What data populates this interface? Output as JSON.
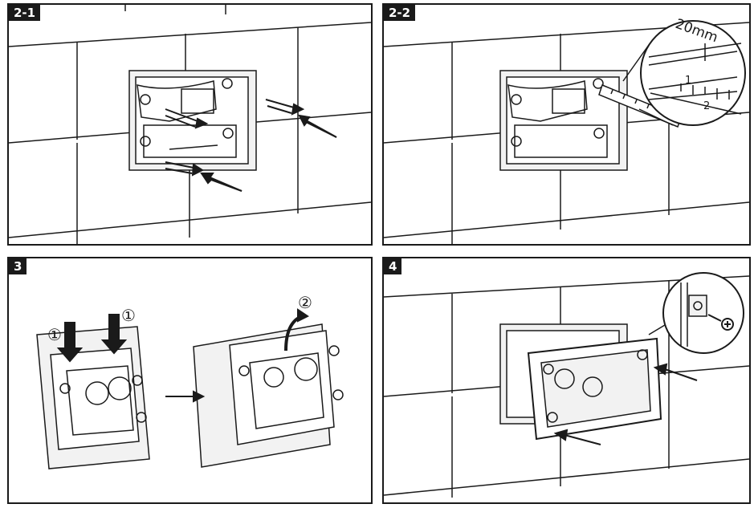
{
  "panels": [
    {
      "label": "2-1"
    },
    {
      "label": "2-2",
      "measurement": "20mm",
      "ruler_marks": [
        "1",
        "2"
      ]
    },
    {
      "label": "3",
      "callouts": [
        "①",
        "①",
        "②"
      ]
    },
    {
      "label": "4"
    }
  ],
  "icons": {
    "arrow": "arrow-icon",
    "screw": "screw-icon",
    "dowel": "wall-plug-icon"
  },
  "colors": {
    "line": "#1a1a1a",
    "wall": "#ffffff",
    "frame_fill": "#f2f2f2"
  }
}
